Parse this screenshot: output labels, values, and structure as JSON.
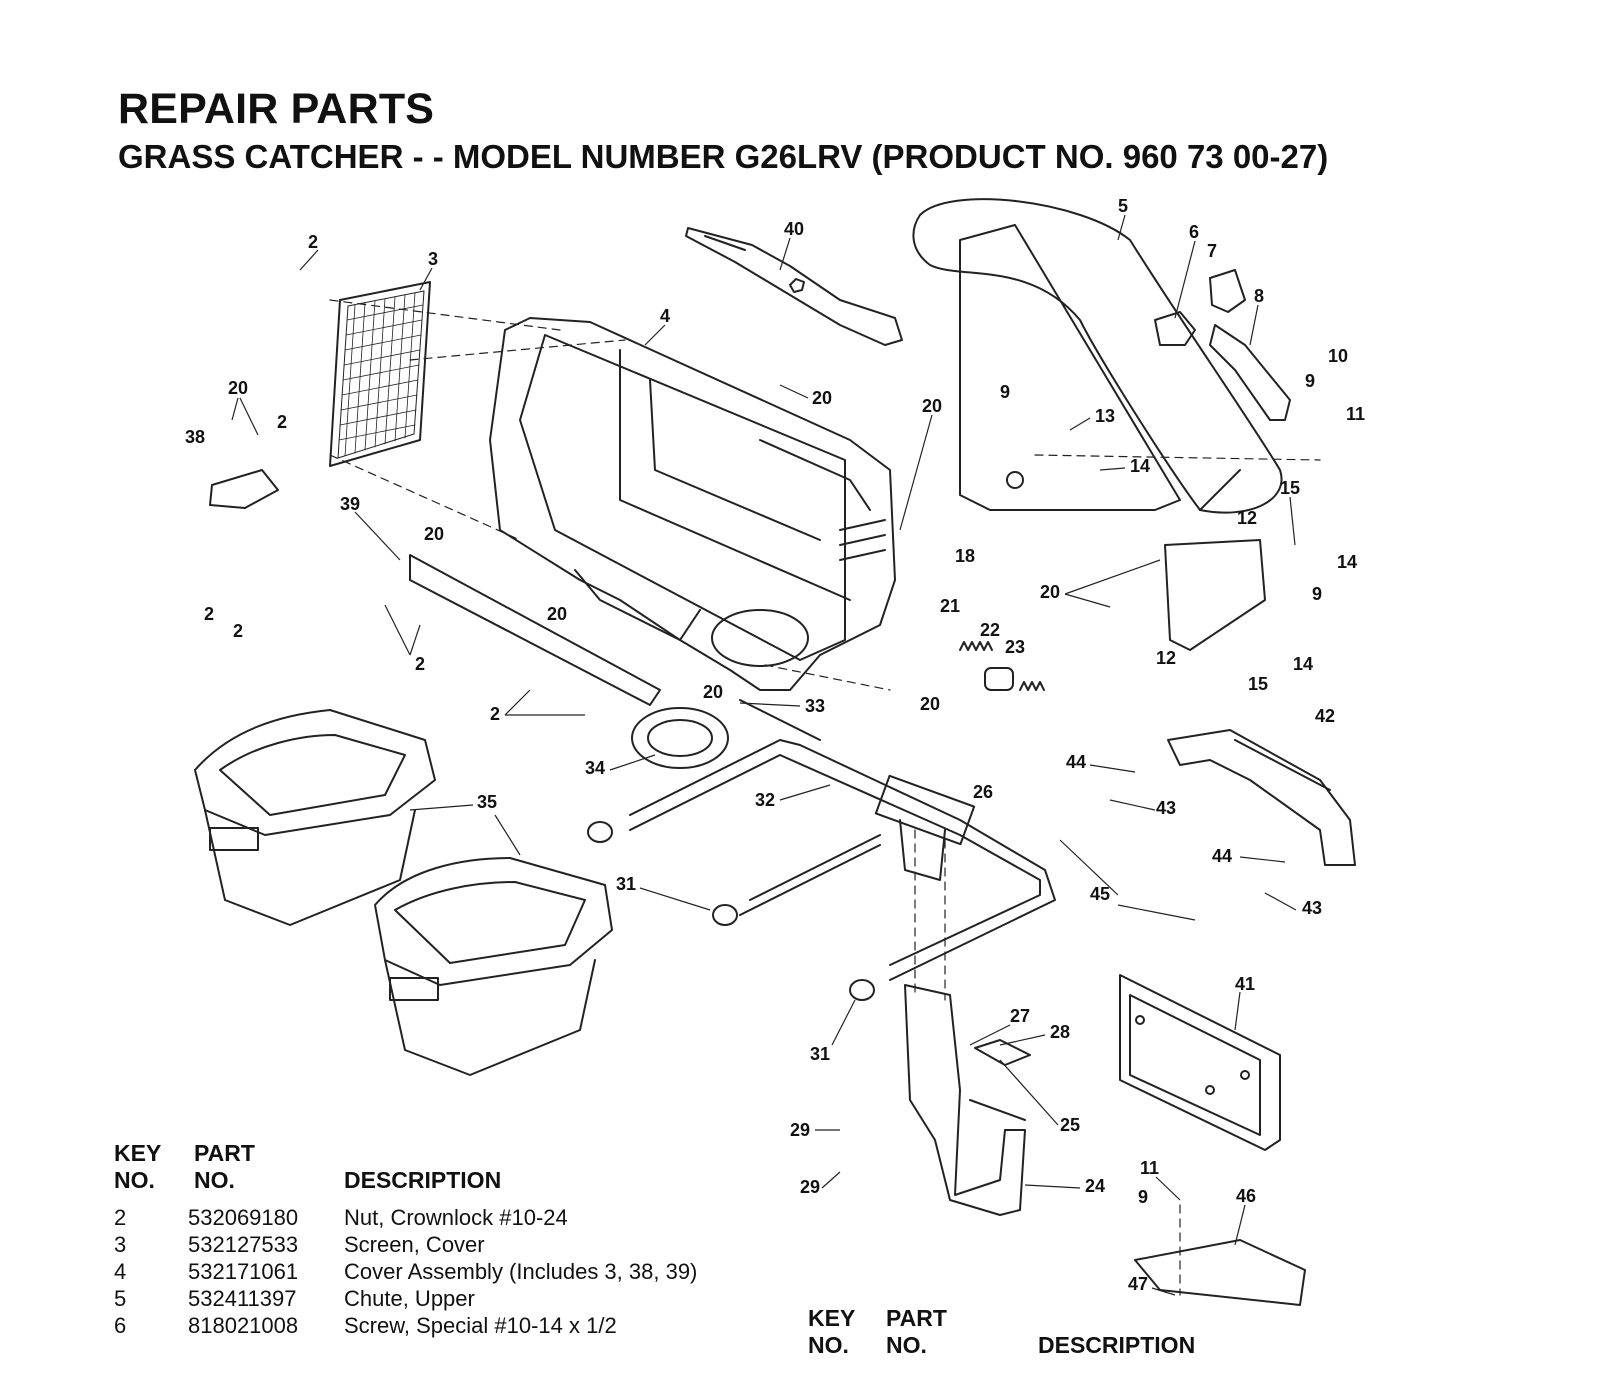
{
  "header": {
    "title": "REPAIR PARTS",
    "subtitle": "GRASS CATCHER - - MODEL NUMBER G26LRV (PRODUCT NO. 960 73 00-27)"
  },
  "table": {
    "col_key": [
      "KEY",
      "NO."
    ],
    "col_part": [
      "PART",
      "NO."
    ],
    "col_desc": "DESCRIPTION",
    "rows": [
      {
        "key": "2",
        "part": "532069180",
        "desc": "Nut, Crownlock #10-24"
      },
      {
        "key": "3",
        "part": "532127533",
        "desc": "Screen, Cover"
      },
      {
        "key": "4",
        "part": "532171061",
        "desc": "Cover Assembly (Includes 3, 38, 39)"
      },
      {
        "key": "5",
        "part": "532411397",
        "desc": "Chute, Upper"
      },
      {
        "key": "6",
        "part": "818021008",
        "desc": "Screw, Special #10-14 x 1/2"
      }
    ]
  },
  "table2": {
    "col_key": [
      "KEY",
      "NO."
    ],
    "col_part": [
      "PART",
      "NO."
    ],
    "col_desc": "DESCRIPTION"
  },
  "callouts": [
    "2",
    "3",
    "40",
    "4",
    "5",
    "6",
    "7",
    "8",
    "10",
    "9",
    "11",
    "20",
    "38",
    "2",
    "20",
    "20",
    "9",
    "13",
    "14",
    "20",
    "18",
    "39",
    "20",
    "15",
    "12",
    "14",
    "2",
    "20",
    "2",
    "2",
    "20",
    "9",
    "21",
    "22",
    "23",
    "12",
    "15",
    "14",
    "2",
    "20",
    "20",
    "33",
    "42",
    "34",
    "44",
    "43",
    "35",
    "32",
    "26",
    "44",
    "43",
    "31",
    "45",
    "41",
    "27",
    "28",
    "31",
    "25",
    "29",
    "24",
    "29",
    "11",
    "46",
    "9",
    "47"
  ]
}
